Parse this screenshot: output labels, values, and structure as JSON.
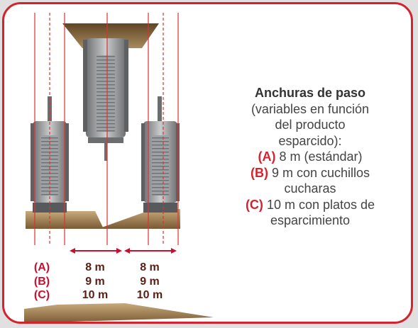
{
  "legend": {
    "title": "Anchuras de paso",
    "subtitle_lines": [
      "(variables en función",
      "del producto",
      "esparcido):"
    ],
    "items": [
      {
        "tag": "(A)",
        "text": " 8 m (estándar)"
      },
      {
        "tag": "(B)",
        "text": " 9 m con cuchillos",
        "cont": "cucharas"
      },
      {
        "tag": "(C)",
        "text": " 10 m con platos de",
        "cont": "esparcimiento"
      }
    ]
  },
  "bottom_labels": {
    "codes": [
      "(A)",
      "(B)",
      "(C)"
    ],
    "column1": [
      "8 m",
      "9 m",
      "10 m"
    ],
    "column2": [
      "8 m",
      "9 m",
      "10 m"
    ]
  },
  "colors": {
    "accent_red": "#d4232e",
    "label_red": "#c8102e",
    "label_dark": "#5a1e14",
    "guide_line_red": "#e03030",
    "spread_brown": "#8a6a3c",
    "machine_gray": "#a8aaac"
  }
}
